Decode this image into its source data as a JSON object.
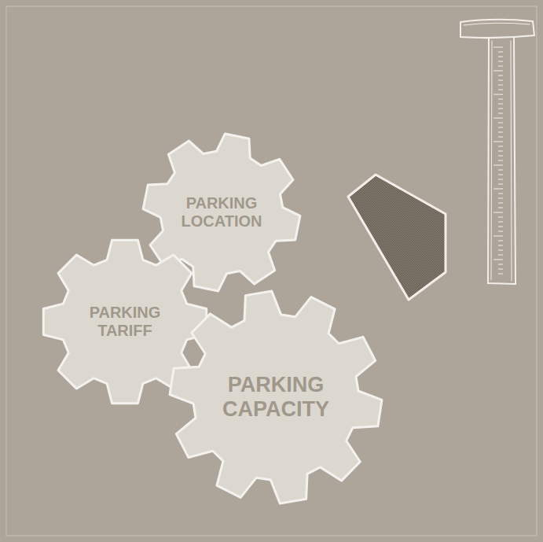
{
  "diagram": {
    "nodes": [
      {
        "text": [
          "PARKING LOCATION"
        ]
      },
      {
        "text": [
          "PARKING TARIFF"
        ]
      },
      {
        "text": [
          "PARKING CAPACITY"
        ]
      }
    ]
  }
}
